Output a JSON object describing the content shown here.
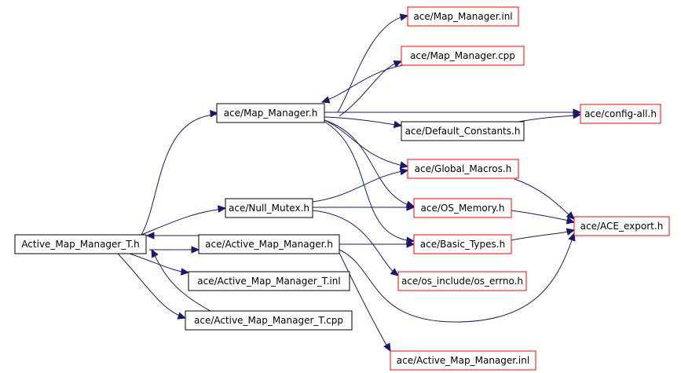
{
  "colors": {
    "edge": "#191970",
    "border_local": "#000000",
    "border_missing": "#ff0000",
    "root_fill": "#000000",
    "root_text": "#ffffff",
    "text": "#000000"
  },
  "nodes": [
    {
      "id": "root",
      "label": "Active_Map_Manager_T.h",
      "kind": "root"
    },
    {
      "id": "mm_h",
      "label": "ace/Map_Manager.h",
      "kind": "local"
    },
    {
      "id": "mm_inl",
      "label": "ace/Map_Manager.inl",
      "kind": "missing"
    },
    {
      "id": "mm_cpp",
      "label": "ace/Map_Manager.cpp",
      "kind": "missing"
    },
    {
      "id": "config",
      "label": "ace/config-all.h",
      "kind": "missing"
    },
    {
      "id": "defconst",
      "label": "ace/Default_Constants.h",
      "kind": "local"
    },
    {
      "id": "globmac",
      "label": "ace/Global_Macros.h",
      "kind": "missing"
    },
    {
      "id": "nullmutex",
      "label": "ace/Null_Mutex.h",
      "kind": "local"
    },
    {
      "id": "osmem",
      "label": "ace/OS_Memory.h",
      "kind": "missing"
    },
    {
      "id": "aceexport",
      "label": "ace/ACE_export.h",
      "kind": "missing"
    },
    {
      "id": "amm_h",
      "label": "ace/Active_Map_Manager.h",
      "kind": "local"
    },
    {
      "id": "basictypes",
      "label": "ace/Basic_Types.h",
      "kind": "missing"
    },
    {
      "id": "errno",
      "label": "ace/os_include/os_errno.h",
      "kind": "missing"
    },
    {
      "id": "ammt_inl",
      "label": "ace/Active_Map_Manager_T.inl",
      "kind": "local"
    },
    {
      "id": "ammt_cpp",
      "label": "ace/Active_Map_Manager_T.cpp",
      "kind": "local"
    },
    {
      "id": "amm_inl",
      "label": "ace/Active_Map_Manager.inl",
      "kind": "missing"
    }
  ]
}
